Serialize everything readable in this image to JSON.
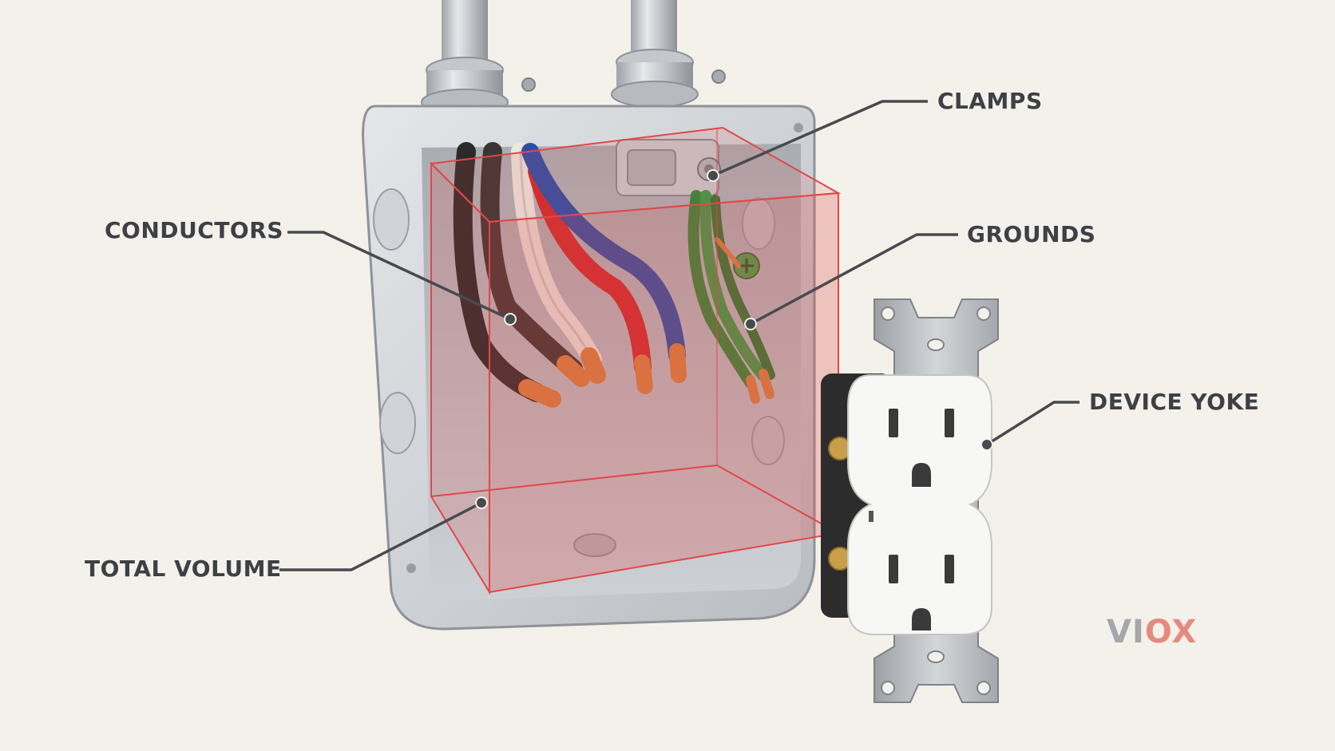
{
  "labels": {
    "clamps": "CLAMPS",
    "conductors": "CONDUCTORS",
    "grounds": "GROUNDS",
    "device_yoke": "DEVICE YOKE",
    "total_volume": "TOTAL VOLUME"
  },
  "brand": {
    "part1": "VI",
    "part2": "OX"
  },
  "colors": {
    "background": "#f4f1ea",
    "label_text": "#3d4146",
    "leader_line": "#474b50",
    "volume_highlight": "#e04848",
    "box_metal": "#c9ccd1",
    "wire_black": "#2a2a2a",
    "wire_white": "#ece8df",
    "wire_red": "#d12b2b",
    "wire_blue": "#2f4fa6",
    "wire_ground": "#2f8a3a",
    "copper": "#d7823f"
  },
  "icons": [
    "conduit-icon",
    "junction-box-icon",
    "receptacle-icon",
    "ground-screw-icon"
  ]
}
